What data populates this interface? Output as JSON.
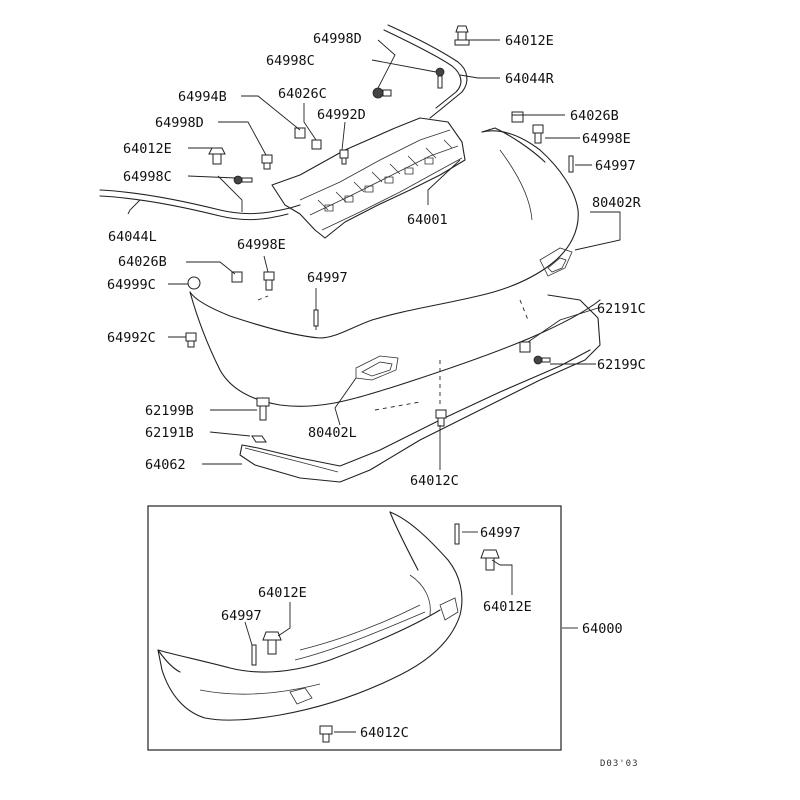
{
  "labels": {
    "l_64998D_top": "64998D",
    "l_64012E_top": "64012E",
    "l_64998C_top": "64998C",
    "l_64044R": "64044R",
    "l_64994B": "64994B",
    "l_64026C": "64026C",
    "l_64026B_r": "64026B",
    "l_64998D_mid": "64998D",
    "l_64992D": "64992D",
    "l_64998E_r": "64998E",
    "l_64012E_l": "64012E",
    "l_64997_r": "64997",
    "l_64998C_l": "64998C",
    "l_80402R": "80402R",
    "l_64001": "64001",
    "l_64044L": "64044L",
    "l_64998E_m": "64998E",
    "l_64026B_l": "64026B",
    "l_64997_m": "64997",
    "l_64999C": "64999C",
    "l_62191C": "62191C",
    "l_64992C": "64992C",
    "l_62199C": "62199C",
    "l_62199B": "62199B",
    "l_80402L": "80402L",
    "l_62191B": "62191B",
    "l_64062": "64062",
    "l_64012C_mid": "64012C",
    "l_64997_box": "64997",
    "l_64012E_box_l": "64012E",
    "l_64012E_box_r": "64012E",
    "l_64000": "64000",
    "l_64997_box_l": "64997",
    "l_64012C_box": "64012C"
  },
  "drawing_code": "D03'03"
}
